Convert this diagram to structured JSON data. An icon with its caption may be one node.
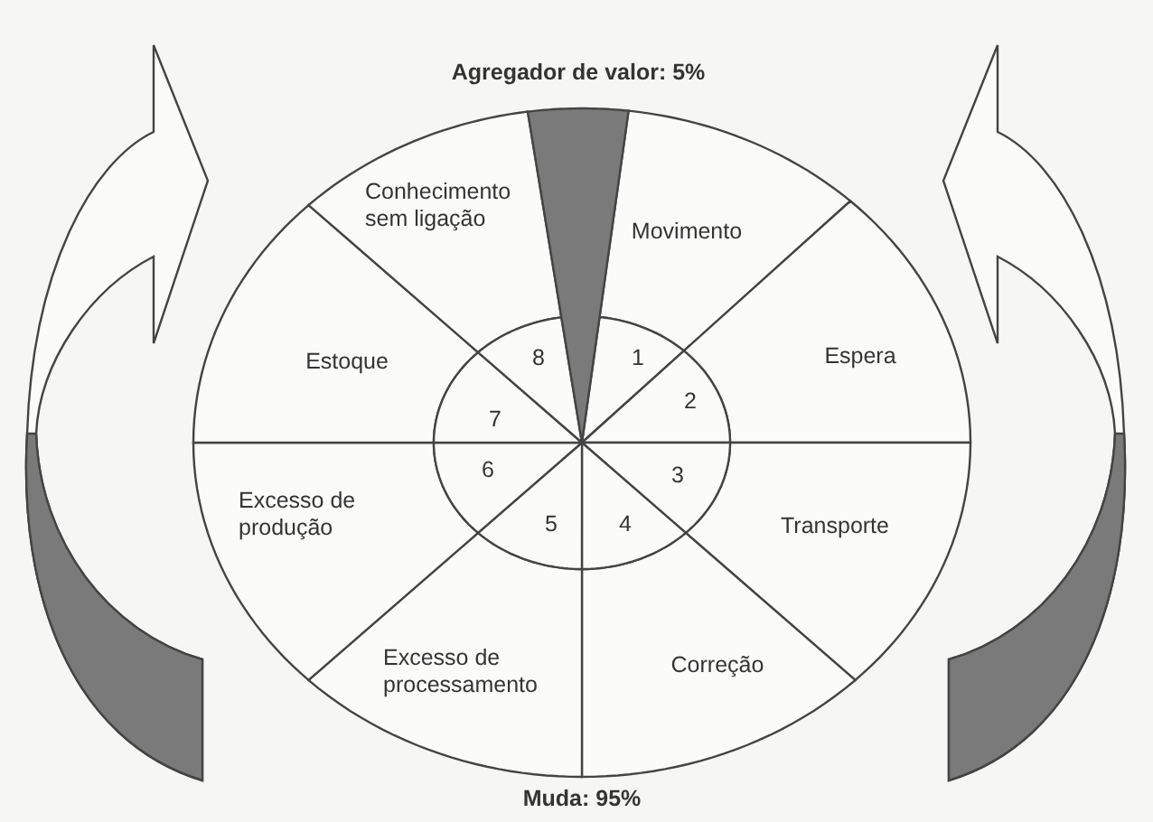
{
  "diagram": {
    "nodes": [
      {
        "text": [
          "Movimento"
        ]
      },
      {
        "text": [
          "Espera"
        ]
      },
      {
        "text": [
          "Transporte"
        ]
      },
      {
        "text": [
          "Correção"
        ]
      },
      {
        "text": [
          "Excesso de processamento"
        ]
      },
      {
        "text": [
          "Excesso de produção"
        ]
      },
      {
        "text": [
          "Estoque"
        ]
      },
      {
        "text": [
          "Conhecimento sem ligação"
        ]
      },
      {
        "text": [
          "1"
        ]
      },
      {
        "text": [
          "2"
        ]
      },
      {
        "text": [
          "3"
        ]
      },
      {
        "text": [
          "4"
        ]
      },
      {
        "text": [
          "5"
        ]
      },
      {
        "text": [
          "6"
        ]
      },
      {
        "text": [
          "7"
        ]
      },
      {
        "text": [
          "8"
        ]
      }
    ],
    "labels": [
      "Agregador de valor: 5%",
      "Muda: 95%"
    ]
  }
}
